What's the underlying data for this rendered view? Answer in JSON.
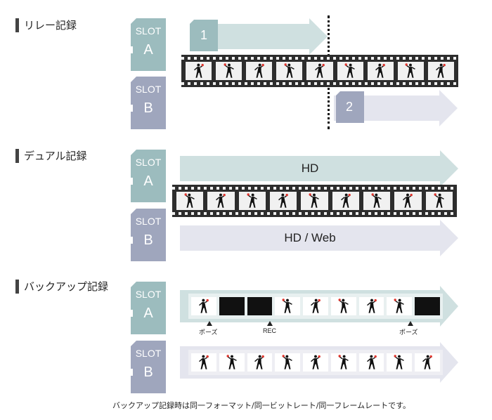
{
  "sections": {
    "relay": {
      "title": "リレー記録",
      "arrow1_number": "1",
      "arrow2_number": "2"
    },
    "dual": {
      "title": "デュアル記録",
      "arrow_a_label": "HD",
      "arrow_b_label": "HD / Web"
    },
    "backup": {
      "title": "バックアップ記録",
      "marker_pause1": "ポーズ",
      "marker_rec": "REC",
      "marker_pause2": "ポーズ"
    }
  },
  "cards": {
    "slot_label": "SLOT",
    "a_letter": "A",
    "b_letter": "B"
  },
  "footnote": "バックアップ記録時は同一フォーマット/同一ビットレート/同一フレームレートです。",
  "colors": {
    "slot_a": "#9cbcbe",
    "slot_b": "#9fa6bd",
    "arrow_a": "#cfe0e0",
    "arrow_b": "#e4e5ee",
    "film": "#2d2d2d",
    "ball": "#e0342c"
  }
}
